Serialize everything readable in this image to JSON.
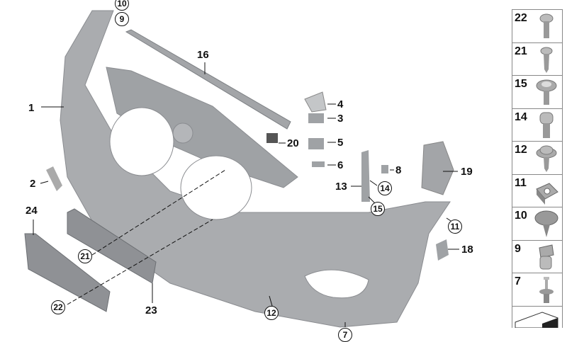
{
  "labels": {
    "plain": [
      "1",
      "2",
      "3",
      "4",
      "5",
      "6",
      "8",
      "13",
      "16",
      "18",
      "19",
      "20",
      "23",
      "24"
    ],
    "circled": [
      "10",
      "9",
      "21",
      "22",
      "11",
      "12",
      "14",
      "15",
      "7"
    ]
  },
  "legend": {
    "items": [
      {
        "num": "22",
        "icon": "pan-head-screw-icon"
      },
      {
        "num": "21",
        "icon": "self-tapping-screw-icon"
      },
      {
        "num": "15",
        "icon": "collar-screw-icon"
      },
      {
        "num": "14",
        "icon": "socket-head-screw-icon"
      },
      {
        "num": "12",
        "icon": "flange-screw-icon"
      },
      {
        "num": "11",
        "icon": "clip-nut-icon"
      },
      {
        "num": "10",
        "icon": "expanding-rivet-icon"
      },
      {
        "num": "9",
        "icon": "bush-nut-icon"
      },
      {
        "num": "7",
        "icon": "plug-screw-icon"
      }
    ],
    "last_icon": "part-pointer-icon"
  },
  "colors": {
    "part": "#a9abae",
    "part_dark": "#7d8084",
    "line": "#111111"
  }
}
